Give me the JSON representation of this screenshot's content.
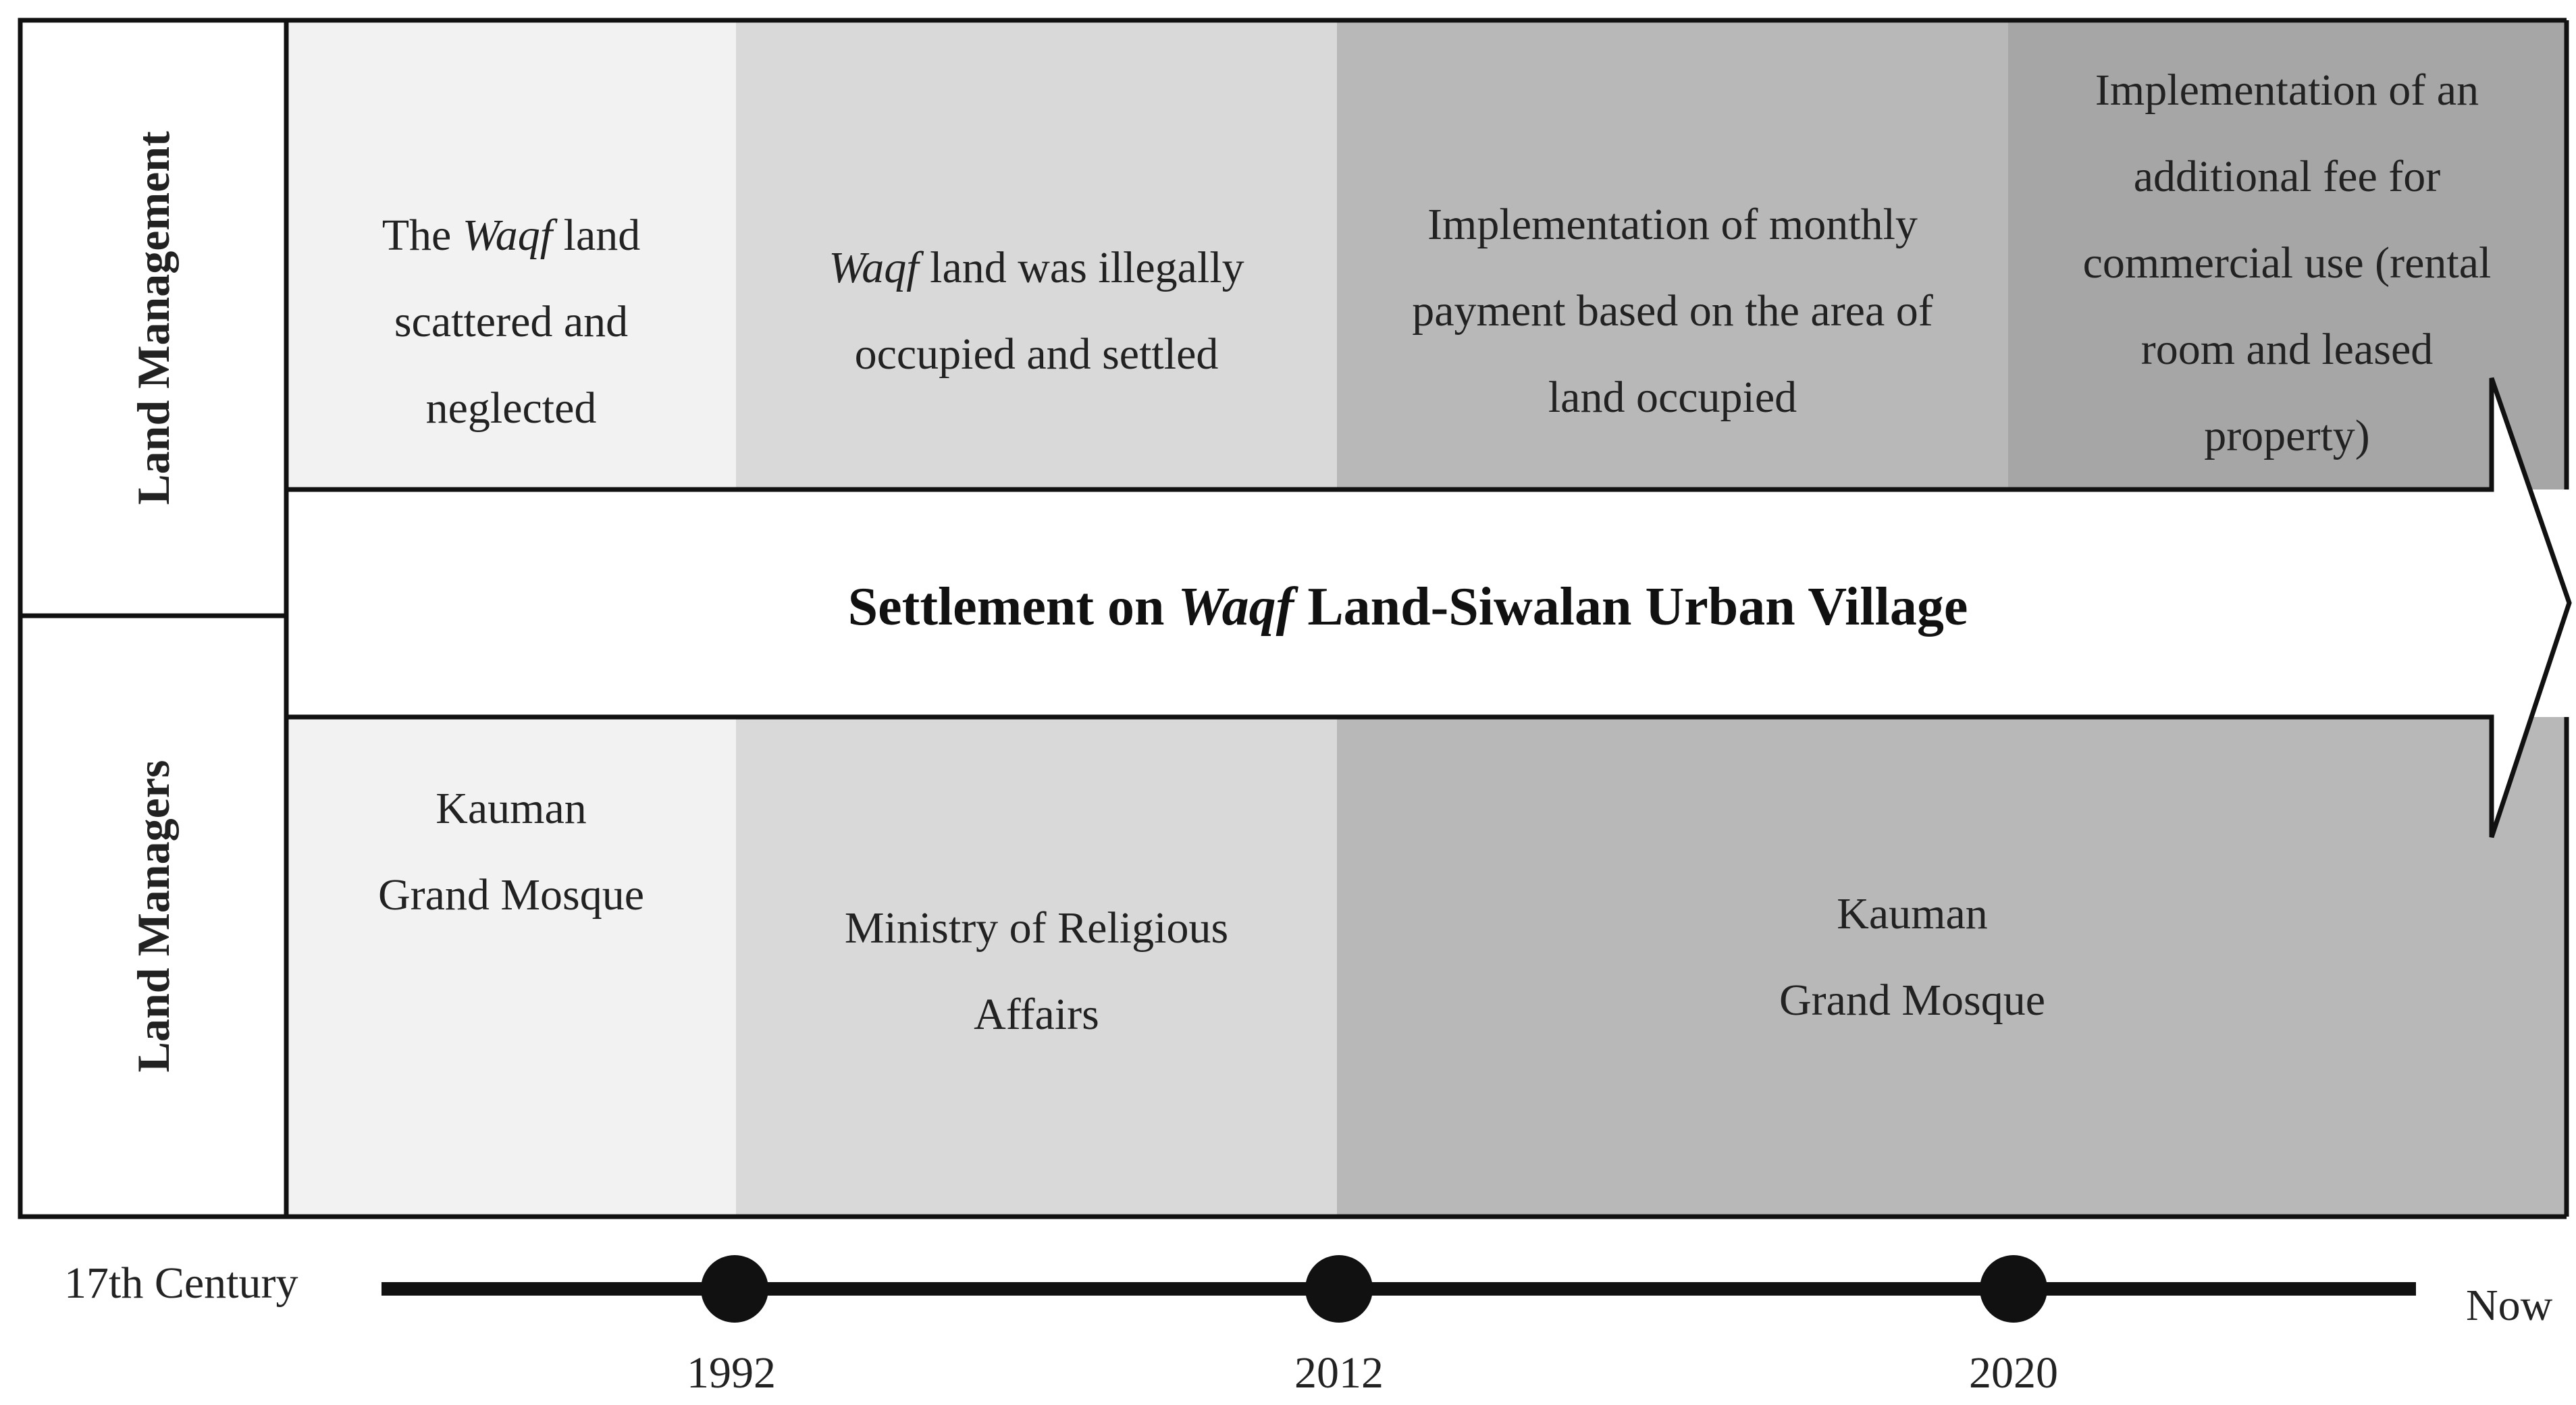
{
  "row_headers": {
    "top": "Land Management",
    "bottom": "Land Managers"
  },
  "banner": {
    "before": "Settlement on ",
    "italic": "Waqf",
    "after": " Land-Siwalan Urban Village"
  },
  "management": [
    {
      "lines": [
        [
          {
            "t": "The "
          },
          {
            "t": "Waqf",
            "i": true
          },
          {
            "t": " land"
          }
        ],
        [
          {
            "t": "scattered and"
          }
        ],
        [
          {
            "t": "neglected"
          }
        ]
      ]
    },
    {
      "lines": [
        [
          {
            "t": "Waqf",
            "i": true
          },
          {
            "t": " land was illegally"
          }
        ],
        [
          {
            "t": "occupied and settled"
          }
        ]
      ]
    },
    {
      "lines": [
        [
          {
            "t": "Implementation of monthly"
          }
        ],
        [
          {
            "t": "payment based on the area of"
          }
        ],
        [
          {
            "t": "land occupied"
          }
        ]
      ]
    },
    {
      "lines": [
        [
          {
            "t": "Implementation of an"
          }
        ],
        [
          {
            "t": "additional fee for"
          }
        ],
        [
          {
            "t": "commercial use (rental"
          }
        ],
        [
          {
            "t": "room and leased"
          }
        ],
        [
          {
            "t": "property)"
          }
        ]
      ]
    }
  ],
  "managers": [
    {
      "lines": [
        [
          {
            "t": "Kauman"
          }
        ],
        [
          {
            "t": "Grand Mosque"
          }
        ]
      ]
    },
    {
      "lines": [
        [
          {
            "t": "Ministry of Religious"
          }
        ],
        [
          {
            "t": "Affairs"
          }
        ]
      ]
    },
    {
      "lines": [
        [
          {
            "t": "Kauman"
          }
        ],
        [
          {
            "t": "Grand Mosque"
          }
        ]
      ]
    }
  ],
  "timeline": {
    "start": "17th Century",
    "end": "Now",
    "milestones": [
      "1992",
      "2012",
      "2020"
    ]
  },
  "colors": {
    "period_1": "#f2f2f2",
    "period_2": "#d9d9d9",
    "period_3": "#b8b8b8",
    "period_4": "#a6a6a6",
    "line": "#111111"
  }
}
